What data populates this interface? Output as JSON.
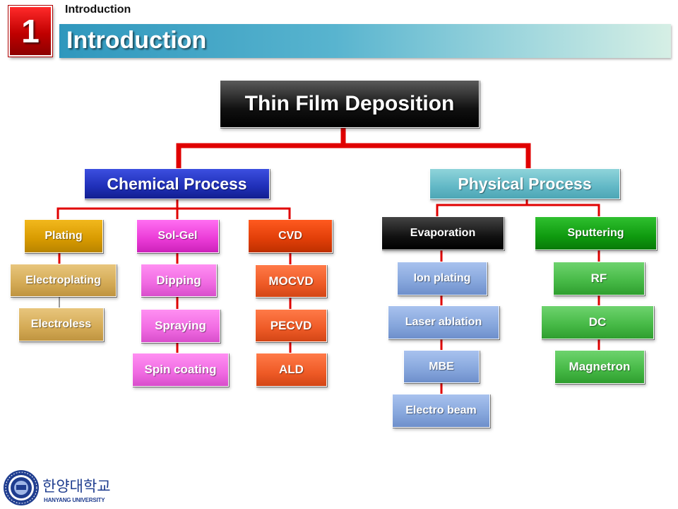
{
  "header": {
    "section_label": "Introduction",
    "section_number": "1",
    "title": "Introduction"
  },
  "diagram": {
    "root": "Thin Film Deposition",
    "chemical": {
      "label": "Chemical Process",
      "plating": {
        "label": "Plating",
        "items": [
          "Electroplating",
          "Electroless"
        ]
      },
      "solgel": {
        "label": "Sol-Gel",
        "items": [
          "Dipping",
          "Spraying",
          "Spin coating"
        ]
      },
      "cvd": {
        "label": "CVD",
        "items": [
          "MOCVD",
          "PECVD",
          "ALD"
        ]
      }
    },
    "physical": {
      "label": "Physical Process",
      "evaporation": {
        "label": "Evaporation",
        "items": [
          "Ion plating",
          "Laser ablation",
          "MBE",
          "Electro beam"
        ]
      },
      "sputtering": {
        "label": "Sputtering",
        "items": [
          "RF",
          "DC",
          "Magnetron"
        ]
      }
    }
  },
  "footer": {
    "university_kr": "한양대학교",
    "university_en": "HANYANG UNIVERSITY"
  },
  "colors": {
    "connector": "#e00000",
    "title_bar_start": "#2f97bd",
    "title_bar_end": "#d6efe5",
    "number_badge": "#c00000"
  }
}
